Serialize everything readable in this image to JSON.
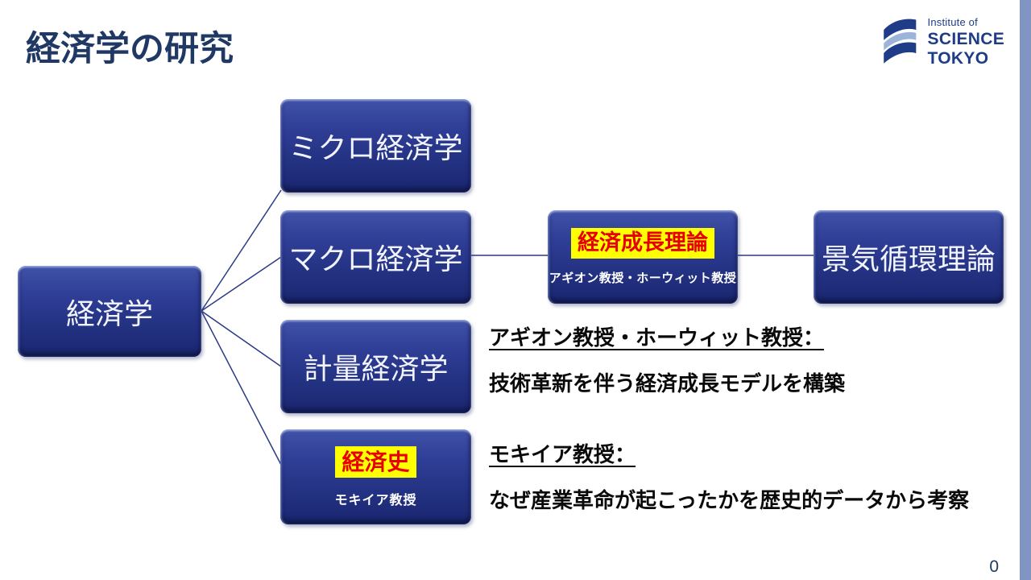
{
  "title": "経済学の研究",
  "page_number": "0",
  "logo": {
    "institute_of": "Institute of",
    "science": "SCIENCE",
    "tokyo": "TOKYO"
  },
  "diagram": {
    "root": {
      "label": "経済学"
    },
    "level2": [
      {
        "label": "ミクロ経済学"
      },
      {
        "label": "マクロ経済学"
      },
      {
        "label": "計量経済学"
      },
      {
        "highlight": "経済史",
        "professor": "モキイア教授"
      }
    ],
    "level3": {
      "growth": {
        "highlight": "経済成長理論",
        "professor": "アギオン教授・ホーウィット教授"
      },
      "cycle": {
        "label": "景気循環理論"
      }
    }
  },
  "annotations": {
    "aghion_howitt": {
      "heading": "アギオン教授・ホーウィット教授：",
      "body": "技術革新を伴う経済成長モデルを構築"
    },
    "mokyr": {
      "heading": "モキイア教授：",
      "body": "なぜ産業革命が起こったかを歴史的データから考察"
    }
  },
  "colors": {
    "title_navy": "#1f3864",
    "box_gradient_top": "#4052a8",
    "box_gradient_bottom": "#1a2670",
    "highlight_bg": "#ffff00",
    "highlight_text": "#e60000",
    "connector": "#2b3a85",
    "side_bar": "#8095c2",
    "logo_navy": "#1e3c87",
    "logo_light": "#9db4d9"
  }
}
